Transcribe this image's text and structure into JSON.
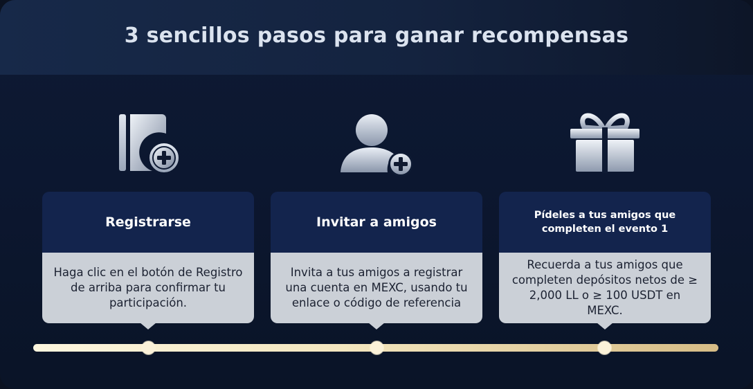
{
  "title": "3 sencillos pasos para ganar recompensas",
  "steps": [
    {
      "icon": "register-card-plus-icon",
      "heading": "Registrarse",
      "description": "Haga clic en el botón de Registro de arriba para confirmar tu participación."
    },
    {
      "icon": "add-user-icon",
      "heading": "Invitar a amigos",
      "description": "Invita a tus amigos a registrar una cuenta en MEXC, usando tu enlace o código de referencia"
    },
    {
      "icon": "gift-icon",
      "heading": "Pídeles a tus amigos que completen el evento 1",
      "description": "Recuerda a tus amigos que completen depósitos netos de ≥ 2,000 LL o ≥ 100 USDT en MEXC."
    }
  ],
  "colors": {
    "card_head": "#13244d",
    "card_body": "#cbd0d7",
    "timeline_start": "#fdf6df",
    "timeline_end": "#d6bc86"
  }
}
